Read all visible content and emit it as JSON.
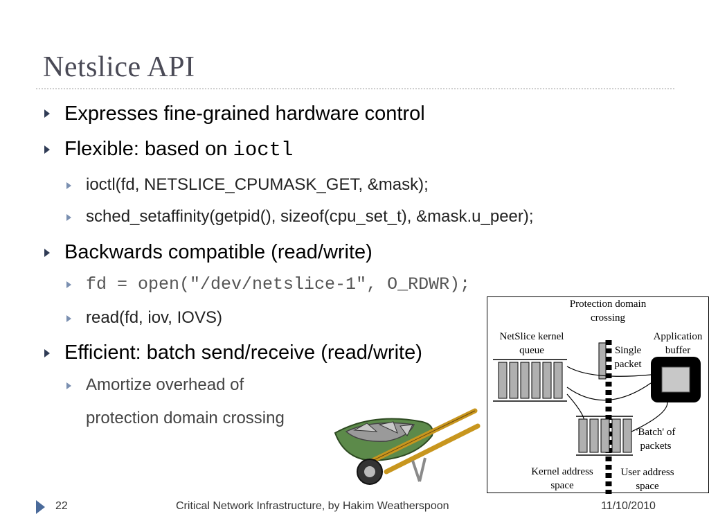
{
  "slide": {
    "title": "Netslice API",
    "bullets": {
      "b1": "Expresses fine-grained hardware control",
      "b2_prefix": "Flexible: based on ",
      "b2_code": "ioctl",
      "b2_sub1": "ioctl(fd, NETSLICE_CPUMASK_GET, &mask);",
      "b2_sub2": "sched_setaffinity(getpid(), sizeof(cpu_set_t), &mask.u_peer);",
      "b3": "Backwards compatible (read/write)",
      "b3_sub1": "fd = open(\"/dev/netslice-1\", O_RDWR);",
      "b3_sub2": "read(fd, iov, IOVS)",
      "b4": "Efficient: batch send/receive (read/write)",
      "b4_sub1_line1": "Amortize overhead of",
      "b4_sub1_line2": "protection domain crossing"
    }
  },
  "diagram": {
    "protection_domain_line1": "Protection domain",
    "protection_domain_line2": "crossing",
    "kernel_queue_line1": "NetSlice kernel",
    "kernel_queue_line2": "queue",
    "single_packet_line1": "Single",
    "single_packet_line2": "packet",
    "app_buffer_line1": "Application",
    "app_buffer_line2": "buffer",
    "batch_line1": "'Batch' of",
    "batch_line2": "packets",
    "kernel_space_line1": "Kernel address",
    "kernel_space_line2": "space",
    "user_space_line1": "User address",
    "user_space_line2": "space"
  },
  "footer": {
    "page_number": "22",
    "center_text": "Critical Network Infrastructure, by Hakim Weatherspoon",
    "date": "11/10/2010"
  },
  "colors": {
    "title": "#4a4a56",
    "bullet_arrow": "#2f3b55",
    "sub_arrow": "#7a8fb0",
    "footer_icon": "#4a6a9a"
  },
  "icons": {
    "bullet": "triangle-right-icon",
    "wheelbarrow": "wheelbarrow-icon"
  }
}
